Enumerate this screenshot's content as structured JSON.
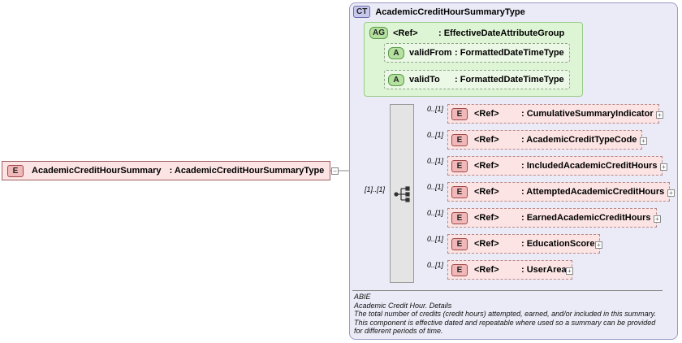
{
  "complex_type": {
    "badge": "CT",
    "name": "AcademicCreditHourSummaryType"
  },
  "attribute_group": {
    "badge": "AG",
    "ref": "<Ref>",
    "name": ": EffectiveDateAttributeGroup",
    "attributes": [
      {
        "badge": "A",
        "name": "validFrom",
        "type": ": FormattedDateTimeType"
      },
      {
        "badge": "A",
        "name": "validTo",
        "type": ": FormattedDateTimeType"
      }
    ]
  },
  "main_element": {
    "badge": "E",
    "name": "AcademicCreditHourSummary",
    "type": ": AcademicCreditHourSummaryType",
    "collapse": "−"
  },
  "sequence_cardinality": "[1]..[1]",
  "children": [
    {
      "card": "0..[1]",
      "badge": "E",
      "ref": "<Ref>",
      "name": ": CumulativeSummaryIndicator",
      "expand": "+"
    },
    {
      "card": "0..[1]",
      "badge": "E",
      "ref": "<Ref>",
      "name": ": AcademicCreditTypeCode",
      "expand": "+"
    },
    {
      "card": "0..[1]",
      "badge": "E",
      "ref": "<Ref>",
      "name": ": IncludedAcademicCreditHours",
      "expand": "+"
    },
    {
      "card": "0..[1]",
      "badge": "E",
      "ref": "<Ref>",
      "name": ": AttemptedAcademicCreditHours",
      "expand": "+"
    },
    {
      "card": "0..[1]",
      "badge": "E",
      "ref": "<Ref>",
      "name": ": EarnedAcademicCreditHours",
      "expand": "+"
    },
    {
      "card": "0..[1]",
      "badge": "E",
      "ref": "<Ref>",
      "name": ": EducationScore",
      "expand": "+"
    },
    {
      "card": "0..[1]",
      "badge": "E",
      "ref": "<Ref>",
      "name": ": UserArea",
      "expand": "+"
    }
  ],
  "documentation": [
    "ABIE",
    "Academic Credit Hour. Details",
    "The total number of credits (credit hours) attempted, earned, and/or included in this summary.",
    "This component is effective dated and repeatable where used so a summary can be provided",
    "for different periods of time."
  ]
}
